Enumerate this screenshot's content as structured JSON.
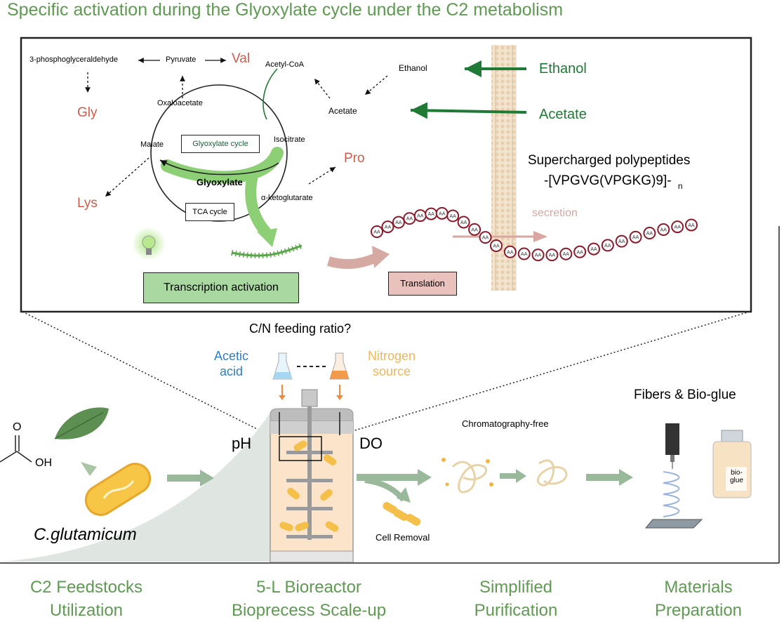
{
  "title": "Specific activation during the Glyoxylate cycle under the C2 metabolism",
  "pathway": {
    "pga": "3-phosphoglyceraldehyde",
    "pyruvate": "Pyruvate",
    "val": "Val",
    "gly": "Gly",
    "lys": "Lys",
    "pro": "Pro",
    "oxaloacetate": "Oxaloacetate",
    "malate": "Malate",
    "isocitrate": "Isocitrate",
    "akg": "α-ketoglutarate",
    "acetyl_coa": "Acetyl-CoA",
    "acetate": "Acetate",
    "ethanol": "Ethanol",
    "glyoxylate_cycle": "Glyoxylate cycle",
    "glyoxylate": "Glyoxylate",
    "tca_cycle": "TCA cycle"
  },
  "membrane": {
    "ethanol_in": "Ethanol",
    "acetate_in": "Acetate",
    "secretion": "secretion"
  },
  "polypeptide": {
    "name": "Supercharged polypeptides",
    "formula": "-[VPGVG(VPGKG)9]-",
    "subscript": "n",
    "aa": "AA"
  },
  "boxes": {
    "transcription": "Transcription activation",
    "translation": "Translation"
  },
  "process": {
    "cn_ratio": "C/N feeding ratio?",
    "acetic_acid_1": "Acetic",
    "acetic_acid_2": "acid",
    "nitrogen_1": "Nitrogen",
    "nitrogen_2": "source",
    "ph": "pH",
    "do": "DO",
    "organism": "C.glutamicum",
    "chromatography": "Chromatography-free",
    "cell_removal": "Cell Removal",
    "fibers": "Fibers & Bio-glue",
    "bioglue_1": "bio-",
    "bioglue_2": "glue",
    "mol_o": "O",
    "mol_oh": "OH"
  },
  "stages": [
    {
      "line1": "C2 Feedstocks",
      "line2": "Utilization"
    },
    {
      "line1": "5-L Bioreactor",
      "line2": "Bioprecess Scale-up"
    },
    {
      "line1": "Simplified",
      "line2": "Purification"
    },
    {
      "line1": "Materials",
      "line2": "Preparation"
    }
  ],
  "colors": {
    "title_green": "#5f9a52",
    "amino_red": "#d05b4b",
    "dark_green": "#1f7a35",
    "chain_red": "#8b1a2b",
    "acetic_blue": "#2f7fc1",
    "nitrogen_orange": "#f0b75a"
  }
}
